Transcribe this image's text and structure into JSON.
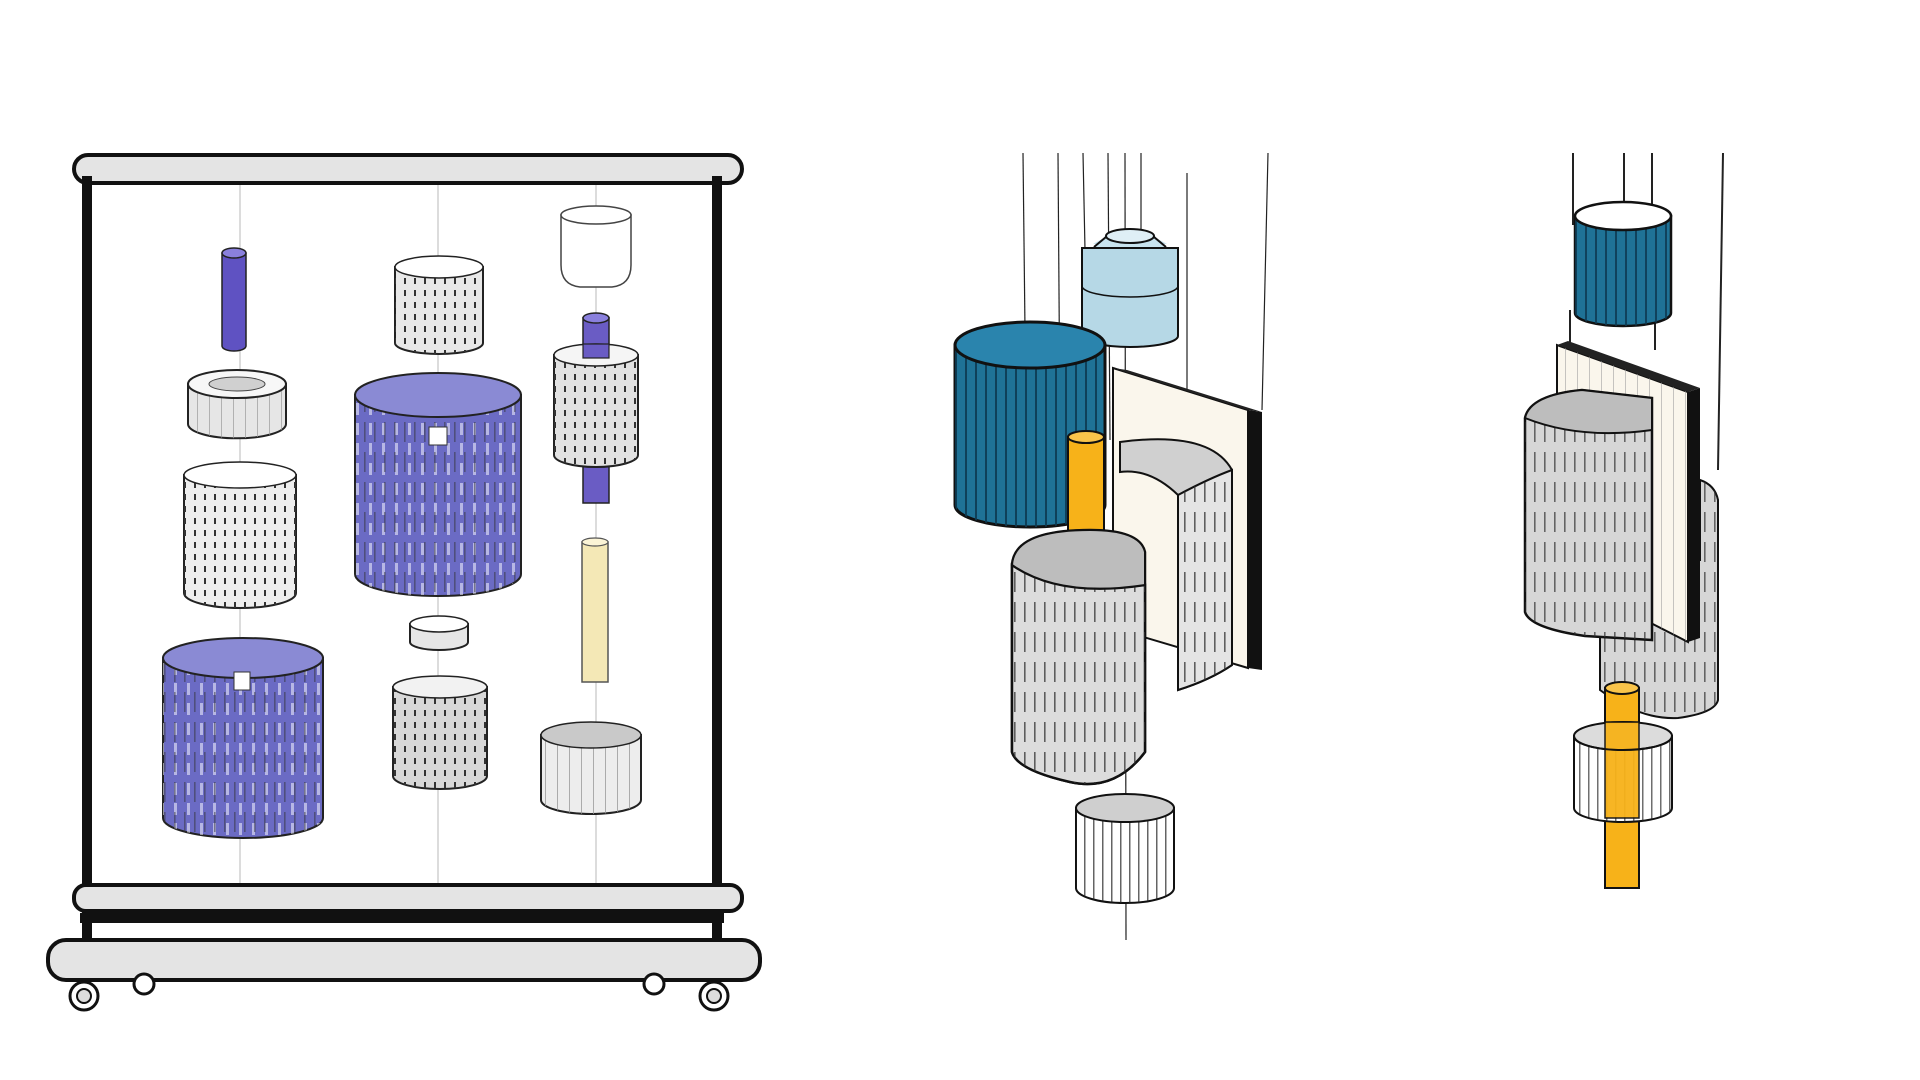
{
  "canvas": {
    "background": "#ffffff"
  },
  "colors": {
    "outline": "#111111",
    "frame_bar": "#e4e4e4",
    "purple": "#6f6fc0",
    "purple_light": "#8a8ad4",
    "purple_rod": "#6a5cc4",
    "silver": "#d6d6d6",
    "silver_light": "#f2f2f2",
    "pale_yellow": "#f4e8b6",
    "ice_blue": "#b6d8e6",
    "teal": "#1f7296",
    "orange": "#f7b219",
    "cream": "#faf6ec",
    "grey": "#cfcfcf",
    "grey_dark": "#bdbdbd",
    "string": "#8a8a8a"
  },
  "illustrations": [
    {
      "name": "rolling-frame-with-hanging-acoustic-cylinders",
      "color_scheme": [
        "purple",
        "silver",
        "pale_yellow"
      ]
    },
    {
      "name": "pendant-cluster-teal-ice-blue-orange",
      "color_scheme": [
        "teal",
        "ice_blue",
        "orange",
        "grey",
        "cream"
      ]
    },
    {
      "name": "pendant-cluster-teal-grey-orange",
      "color_scheme": [
        "teal",
        "grey",
        "orange",
        "cream"
      ]
    }
  ]
}
